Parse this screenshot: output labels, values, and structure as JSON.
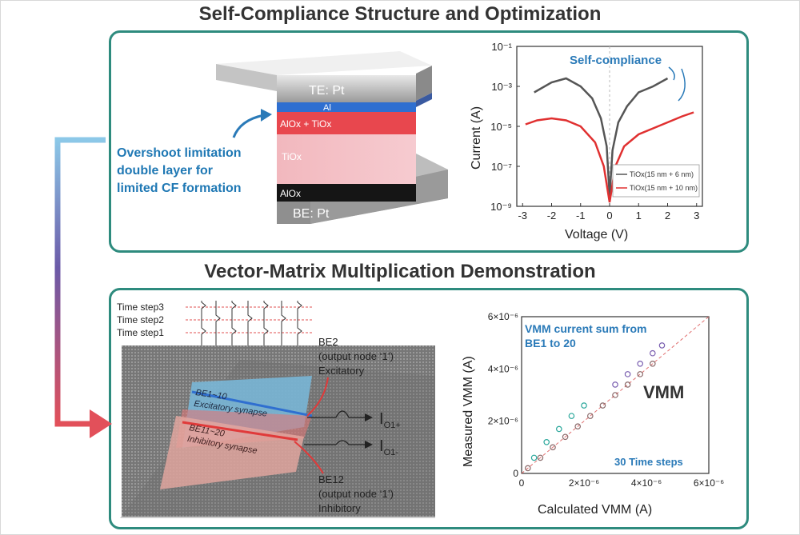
{
  "top": {
    "title": "Self-Compliance Structure and Optimization",
    "annotation": [
      "Overshoot limitation",
      "double layer for",
      "limited CF formation"
    ],
    "layers": {
      "te": "TE: Pt",
      "al": "Al",
      "alox_tiox": "AlOx + TiOx",
      "tiox": "TiOx",
      "alox": "AlOx",
      "be": "BE: Pt"
    },
    "chart": {
      "callout": "Self-compliance",
      "ylabel": "Current (A)",
      "xlabel": "Voltage (V)",
      "x_ticks": [
        "-3",
        "-2",
        "-1",
        "0",
        "1",
        "2",
        "3"
      ],
      "y_ticks": [
        "10⁻¹",
        "10⁻³",
        "10⁻⁵",
        "10⁻⁷",
        "10⁻⁹"
      ],
      "legend": [
        {
          "text": "TiOx(15 nm + 6 nm)",
          "color": "#555555"
        },
        {
          "text": "TiOx(15 nm + 10 nm)",
          "color": "#e03030"
        }
      ]
    }
  },
  "bottom": {
    "title": "Vector-Matrix Multiplication Demonstration",
    "time_steps": [
      "Time step3",
      "Time step2",
      "Time step1"
    ],
    "be2": [
      "BE2",
      "(output node ‘1’)",
      "Excitatory"
    ],
    "be12": [
      "BE12",
      "(output node ‘1’)",
      "Inhibitory"
    ],
    "band_exc": [
      "BE1~10",
      "Excitatory synapse"
    ],
    "band_inh": [
      "BE11~20",
      "Inhibitory synapse"
    ],
    "out_plus": "I",
    "out_plus_sub": "O1+",
    "out_minus": "I",
    "out_minus_sub": "O1-",
    "chart": {
      "title_lines": [
        "VMM current sum from",
        "BE1 to 20"
      ],
      "label": "VMM",
      "note": "30 Time steps",
      "xlabel": "Calculated VMM (A)",
      "ylabel": "Measured VMM (A)",
      "ticks": [
        "0",
        "2×10⁻⁶",
        "4×10⁻⁶",
        "6×10⁻⁶"
      ]
    }
  },
  "chart_data": [
    {
      "type": "line",
      "xlabel": "Voltage (V)",
      "ylabel": "Current (A)",
      "xlim": [
        -3.2,
        3.2
      ],
      "ylim_log10": [
        -9,
        -1
      ],
      "annotation": "Self-compliance",
      "series": [
        {
          "name": "TiOx(15 nm + 6 nm)",
          "color": "#555555",
          "x": [
            -2.6,
            -2.0,
            -1.5,
            -1.0,
            -0.6,
            -0.3,
            -0.1,
            0.0,
            0.1,
            0.3,
            0.6,
            1.0,
            1.5,
            2.0
          ],
          "y_log10": [
            -3.3,
            -2.8,
            -2.6,
            -3.0,
            -3.6,
            -4.6,
            -6.0,
            -8.5,
            -6.2,
            -4.8,
            -4.0,
            -3.3,
            -3.0,
            -2.6
          ]
        },
        {
          "name": "TiOx(15 nm + 10 nm)",
          "color": "#e03030",
          "x": [
            -2.9,
            -2.5,
            -2.0,
            -1.5,
            -1.0,
            -0.5,
            -0.2,
            0.0,
            0.2,
            0.5,
            1.0,
            1.5,
            2.0,
            2.5,
            2.9
          ],
          "y_log10": [
            -4.9,
            -4.7,
            -4.6,
            -4.7,
            -5.0,
            -5.8,
            -7.0,
            -8.8,
            -7.0,
            -6.0,
            -5.4,
            -5.1,
            -4.8,
            -4.5,
            -4.3
          ]
        }
      ]
    },
    {
      "type": "scatter",
      "xlabel": "Calculated VMM (A)",
      "ylabel": "Measured VMM (A)",
      "xlim": [
        0,
        6e-06
      ],
      "ylim": [
        0,
        6e-06
      ],
      "annotation": "30 Time steps",
      "series": [
        {
          "color": "#8a6a6a",
          "x": [
            2e-07,
            6e-07,
            1e-06,
            1.4e-06,
            1.8e-06,
            2.2e-06,
            2.6e-06,
            3e-06,
            3.4e-06,
            3.8e-06,
            4.2e-06
          ],
          "y": [
            2e-07,
            6e-07,
            1e-06,
            1.4e-06,
            1.8e-06,
            2.2e-06,
            2.6e-06,
            3e-06,
            3.4e-06,
            3.8e-06,
            4.2e-06
          ]
        },
        {
          "color": "#2aa79b",
          "x": [
            4e-07,
            8e-07,
            1.2e-06,
            1.6e-06,
            2e-06
          ],
          "y": [
            6e-07,
            1.2e-06,
            1.7e-06,
            2.2e-06,
            2.6e-06
          ]
        },
        {
          "color": "#7a5fb0",
          "x": [
            3e-06,
            3.4e-06,
            3.8e-06,
            4.2e-06,
            4.5e-06
          ],
          "y": [
            3.4e-06,
            3.8e-06,
            4.2e-06,
            4.6e-06,
            4.9e-06
          ]
        }
      ]
    }
  ]
}
